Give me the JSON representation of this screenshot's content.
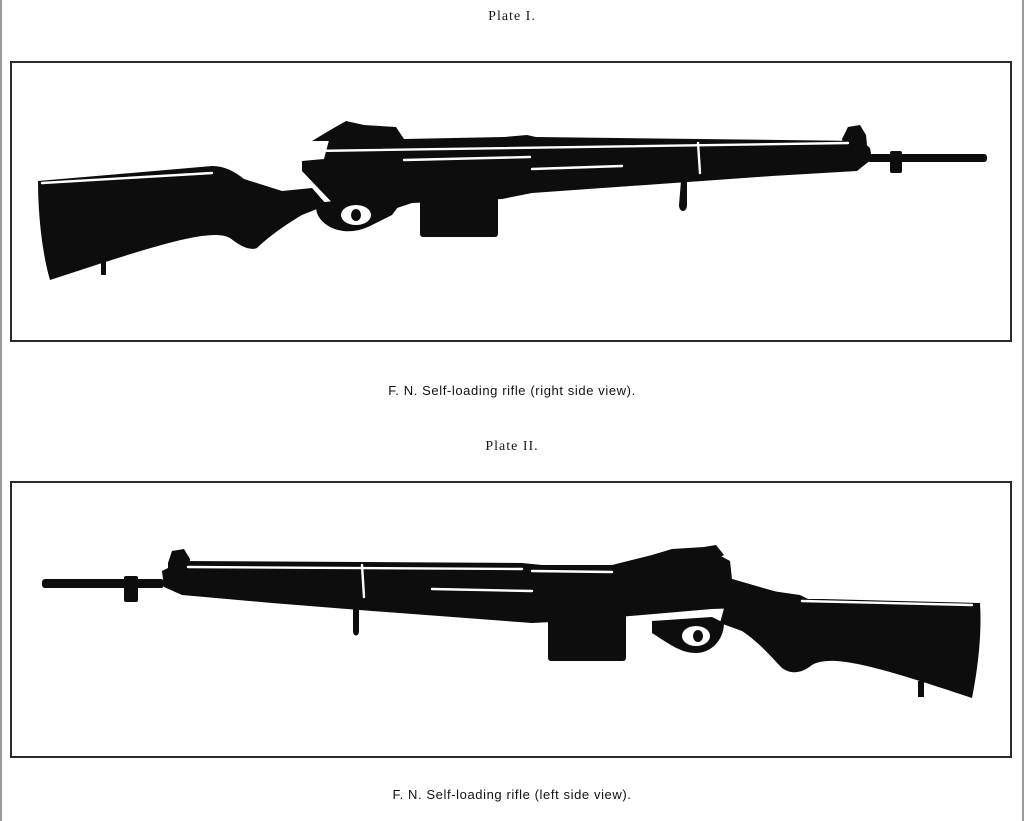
{
  "plates": [
    {
      "title": "Plate I.",
      "caption": "F. N. Self-loading rifle (right side view).",
      "view": "right"
    },
    {
      "title": "Plate II.",
      "caption": "F. N. Self-loading rifle (left side view).",
      "view": "left"
    }
  ],
  "colors": {
    "ink": "#0d0d0d",
    "paper": "#ffffff",
    "frame": "#2a2a2a"
  }
}
